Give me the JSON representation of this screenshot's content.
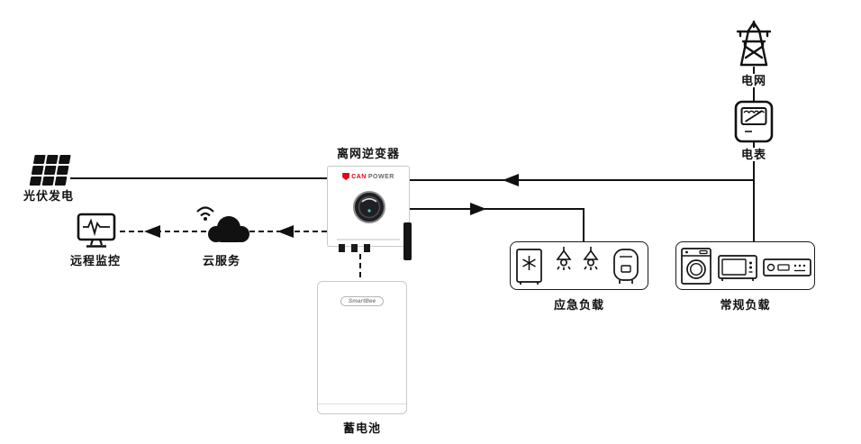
{
  "labels": {
    "pv": "光伏发电",
    "monitor": "远程监控",
    "cloud": "云服务",
    "inverter": "离网逆变器",
    "battery": "蓄电池",
    "grid": "电网",
    "meter": "电表",
    "emergency_load": "应急负载",
    "regular_load": "常规负载"
  },
  "brands": {
    "inverter_logo_can": "CAN",
    "inverter_logo_power": "POWER",
    "battery_logo": "SmartBee"
  },
  "colors": {
    "accent_red": "#e60012",
    "line": "#111111",
    "box_border": "#c9c9c9"
  }
}
